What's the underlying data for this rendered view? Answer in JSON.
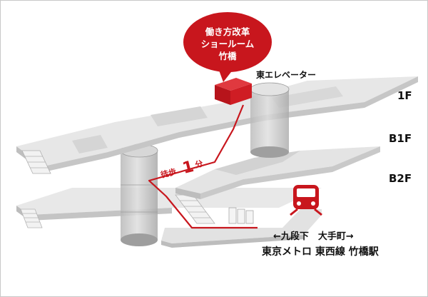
{
  "callout": {
    "line1": "働き方改革",
    "line2": "ショールーム",
    "line3": "竹橋"
  },
  "elevator_label": "東エレベーター",
  "floors": [
    "1F",
    "B1F",
    "B2F"
  ],
  "walk": {
    "prefix": "徒歩",
    "number": "1",
    "unit": "分"
  },
  "route": {
    "line1": "←九段下　大手町→",
    "line2": "東京メトロ 東西線 竹橋駅"
  },
  "icons": {
    "train": "train-icon",
    "elevator": "elevator-block-icon"
  },
  "colors": {
    "accent": "#c8161d",
    "floor_top": "#e6e6e6",
    "floor_side": "#bdbdbd",
    "text": "#111111"
  }
}
